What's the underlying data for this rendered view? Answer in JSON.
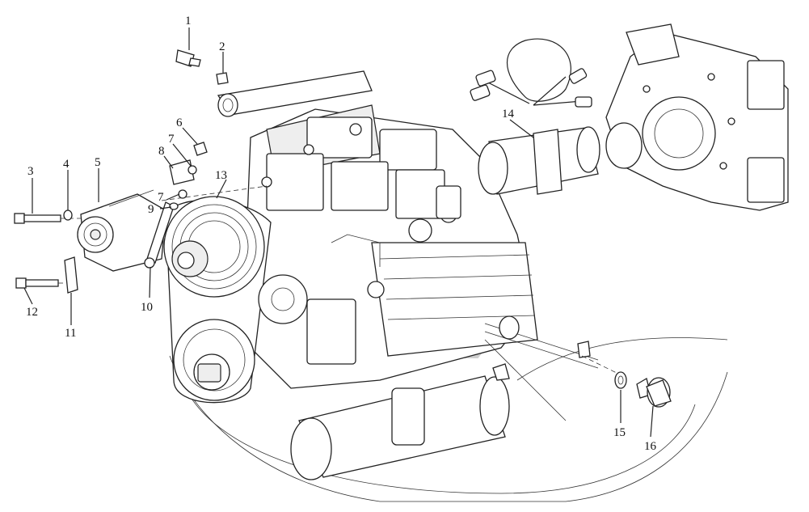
{
  "diagram": {
    "callouts": [
      {
        "id": "1",
        "text": "1"
      },
      {
        "id": "2",
        "text": "2"
      },
      {
        "id": "3",
        "text": "3"
      },
      {
        "id": "4",
        "text": "4"
      },
      {
        "id": "5",
        "text": "5"
      },
      {
        "id": "6",
        "text": "6"
      },
      {
        "id": "7a",
        "text": "7"
      },
      {
        "id": "7b",
        "text": "7"
      },
      {
        "id": "8",
        "text": "8"
      },
      {
        "id": "9",
        "text": "9"
      },
      {
        "id": "10",
        "text": "10"
      },
      {
        "id": "11",
        "text": "11"
      },
      {
        "id": "12",
        "text": "12"
      },
      {
        "id": "13",
        "text": "13"
      },
      {
        "id": "14",
        "text": "14"
      },
      {
        "id": "15",
        "text": "15"
      },
      {
        "id": "16",
        "text": "16"
      }
    ]
  }
}
